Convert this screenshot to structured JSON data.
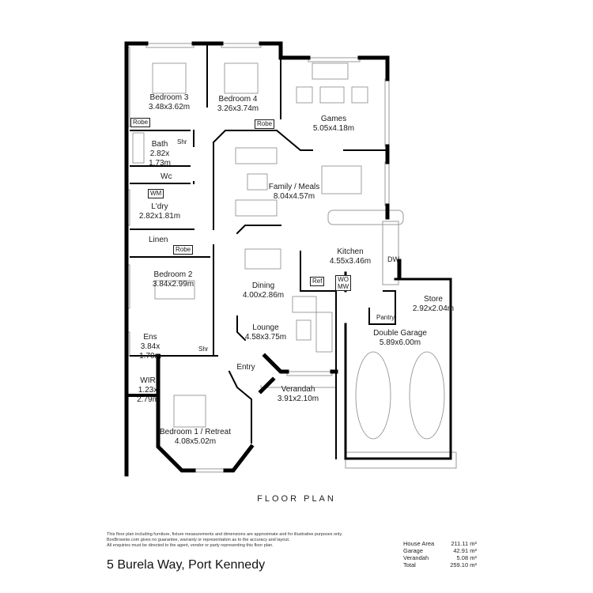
{
  "plan": {
    "title": "FLOOR PLAN",
    "address": "5 Burela Way, Port Kennedy",
    "disclaimer": [
      "This floor plan including furniture, fixture measurements and dimensions are approximate and for illustrative purposes only.",
      "BoxBrownie.com gives no guarantee, warranty or representation as to the accuracy and layout.",
      "All enquiries must be directed to the agent, vendor or party representing this floor plan."
    ],
    "areas": [
      {
        "label": "House Area",
        "value": "211.11 m²"
      },
      {
        "label": "Garage",
        "value": "42.91 m²"
      },
      {
        "label": "Verandah",
        "value": "5.08 m²"
      },
      {
        "label": "Total",
        "value": "259.10 m²"
      }
    ]
  },
  "rooms": {
    "bedroom3": {
      "name": "Bedroom 3",
      "dims": "3.48x3.62m"
    },
    "bedroom4": {
      "name": "Bedroom 4",
      "dims": "3.26x3.74m"
    },
    "games": {
      "name": "Games",
      "dims": "5.05x4.18m"
    },
    "bath": {
      "name": "Bath",
      "dims1": "2.82x",
      "dims2": "1.73m"
    },
    "family": {
      "name": "Family / Meals",
      "dims": "8.04x4.57m"
    },
    "laundry": {
      "name": "L'dry",
      "dims": "2.82x1.81m"
    },
    "kitchen": {
      "name": "Kitchen",
      "dims": "4.55x3.46m"
    },
    "bedroom2": {
      "name": "Bedroom 2",
      "dims": "3.84x2.99m"
    },
    "dining": {
      "name": "Dining",
      "dims": "4.00x2.86m"
    },
    "store": {
      "name": "Store",
      "dims": "2.92x2.04m"
    },
    "lounge": {
      "name": "Lounge",
      "dims": "4.58x3.75m"
    },
    "garage": {
      "name": "Double Garage",
      "dims": "5.89x6.00m"
    },
    "ensuite": {
      "name": "Ens",
      "dims1": "3.84x",
      "dims2": "1.70m"
    },
    "entry": {
      "name": "Entry"
    },
    "wir": {
      "name": "WIR",
      "dims1": "1.23x",
      "dims2": "2.79m"
    },
    "verandah": {
      "name": "Verandah",
      "dims": "3.91x2.10m"
    },
    "bedroom1": {
      "name": "Bedroom 1 / Retreat",
      "dims": "4.08x5.02m"
    }
  },
  "fixtures": {
    "robe3": "Robe",
    "robe4": "Robe",
    "shr_bath": "Shr",
    "wc": "Wc",
    "wm": "WM",
    "linen": "Linen",
    "robe2": "Robe",
    "ref": "Ref",
    "wo": "WO",
    "mw": "MW",
    "dw": "DW",
    "pantry": "Pantry",
    "shr_ens": "Shr"
  }
}
